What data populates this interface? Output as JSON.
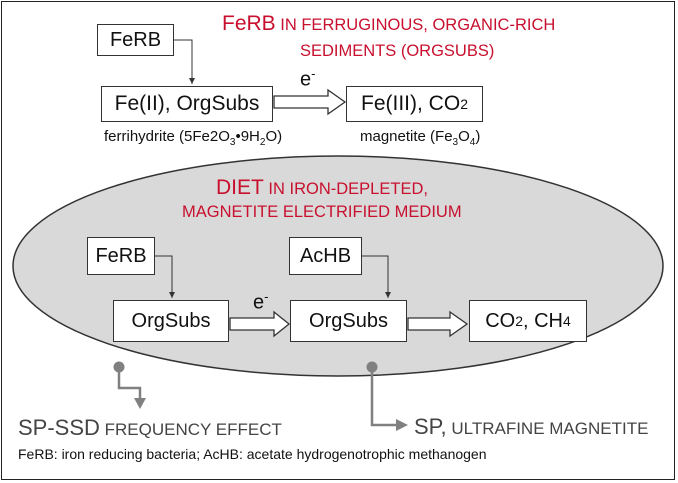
{
  "colors": {
    "title_red": "#c8102e",
    "ellipse_fill": "#d9d9d9",
    "line": "#333333",
    "connector_grey": "#808080"
  },
  "top": {
    "title_line1_a": "FeRB",
    "title_line1_b": " in ferruginous, organic-rich",
    "title_line2": "sediments (OrgSubs)",
    "ferb": "FeRB",
    "reactant_box": "Fe(II), OrgSubs",
    "electron": "e",
    "electron_sup": "-",
    "product_box_a": "Fe(III), CO",
    "product_box_sub": "2",
    "ferrihydrite_a": "ferrihydrite (5Fe2O",
    "ferrihydrite_sub1": "3",
    "ferrihydrite_b": "•9H",
    "ferrihydrite_sub2": "2",
    "ferrihydrite_c": "O)",
    "magnetite_a": "magnetite (Fe",
    "magnetite_sub1": "3",
    "magnetite_b": "O",
    "magnetite_sub2": "4",
    "magnetite_c": ")"
  },
  "bottom": {
    "title_line1_a": "DIET",
    "title_line1_b": " in iron-depleted,",
    "title_line2": "Magnetite Electrified medium",
    "ferb": "FeRB",
    "achb": "AcHB",
    "orgsubs1": "OrgSubs",
    "orgsubs2": "OrgSubs",
    "electron": "e",
    "electron_sup": "-",
    "products_a": "CO",
    "products_sub1": "2",
    "products_b": " , CH",
    "products_sub2": "4"
  },
  "effects": {
    "left_a": "SP-SSD",
    "left_b": " frequency effect",
    "right_a": "SP,",
    "right_b": " ultrafine Magnetite"
  },
  "footnote": "FeRB: iron reducing bacteria; AcHB: acetate hydrogenotrophic methanogen"
}
